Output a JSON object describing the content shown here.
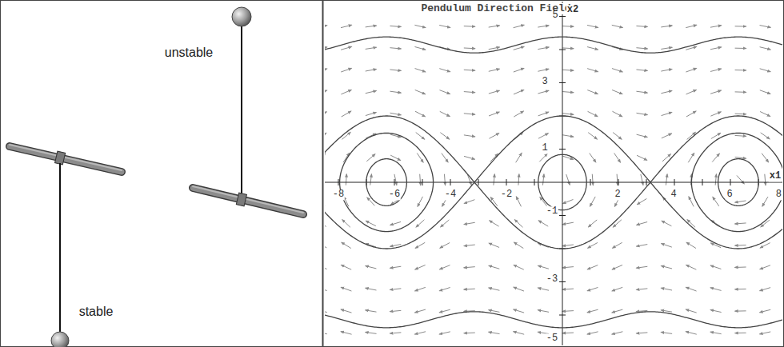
{
  "diagram": {
    "title": "Pendulum Direction Field",
    "labels": [
      "unstable",
      "x2",
      "5",
      "3",
      "1",
      "-8",
      "-6",
      "-4",
      "-2",
      "2",
      "4",
      "6",
      "8",
      "x1",
      "-1",
      "-3",
      "stable",
      "-5"
    ]
  }
}
